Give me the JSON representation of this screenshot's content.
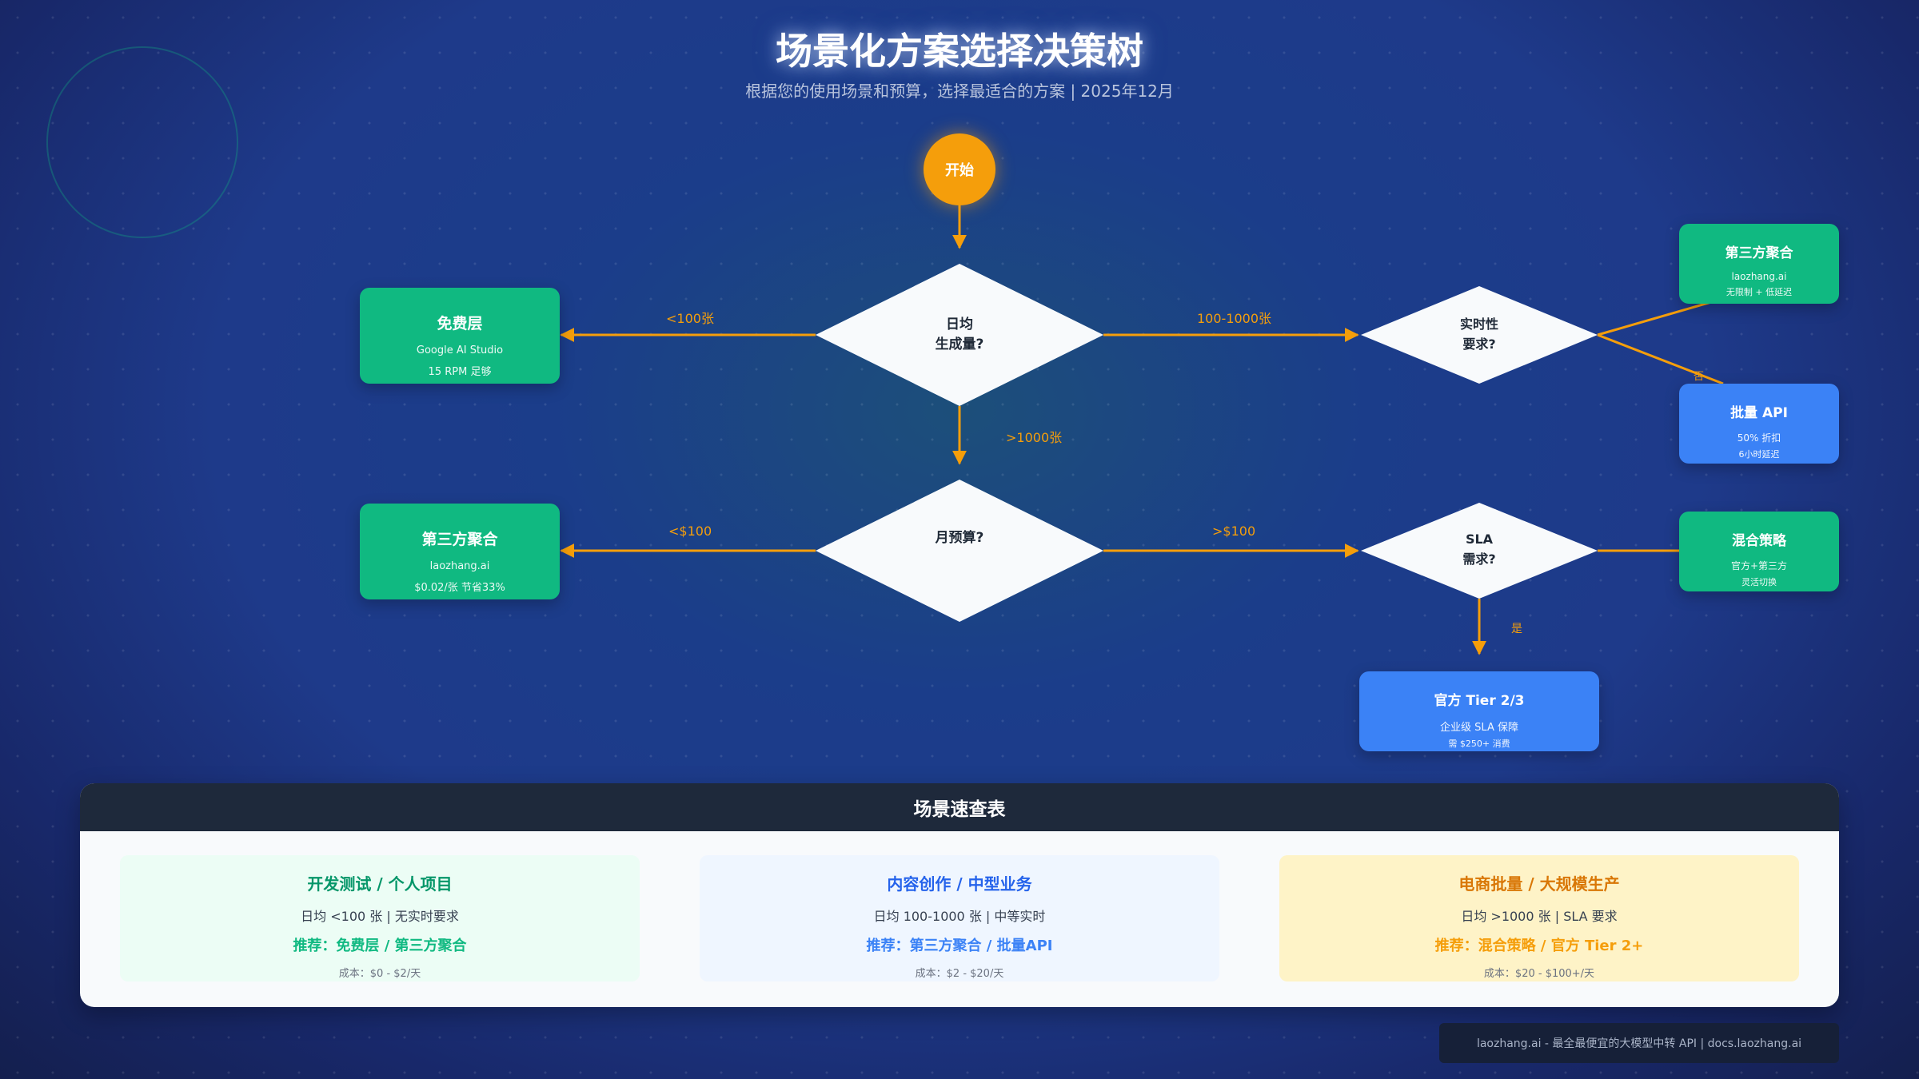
{
  "header": {
    "title": "场景化方案选择决策树",
    "subtitle": "根据您的使用场景和预算，选择最适合的方案 | 2025年12月"
  },
  "start_label": "开始",
  "decisions": {
    "daily_line1": "日均",
    "daily_line2": "生成量?",
    "budget": "月预算?",
    "realtime_line1": "实时性",
    "realtime_line2": "要求?",
    "sla_line1": "SLA",
    "sla_line2": "需求?"
  },
  "edges": {
    "lt100": "<100张",
    "mid": "100-1000张",
    "gt1000": ">1000张",
    "lt_budget": "<$100",
    "gt_budget": ">$100",
    "no": "否",
    "yes": "是"
  },
  "results": {
    "free": {
      "title": "免费层",
      "line1": "Google AI Studio",
      "line2": "15 RPM 足够"
    },
    "third_budget": {
      "title": "第三方聚合",
      "line1": "laozhang.ai",
      "line2": "$0.02/张 节省33%"
    },
    "third_realtime": {
      "title": "第三方聚合",
      "line1": "laozhang.ai",
      "line2": "无限制 + 低延迟"
    },
    "batch": {
      "title": "批量 API",
      "line1": "50% 折扣",
      "line2": "6小时延迟"
    },
    "hybrid": {
      "title": "混合策略",
      "line1": "官方+第三方",
      "line2": "灵活切换"
    },
    "official": {
      "title": "官方 Tier 2/3",
      "line1": "企业级 SLA 保障",
      "line2": "需 $250+ 消费"
    }
  },
  "quick": {
    "title": "场景速查表",
    "cards": [
      {
        "title": "开发测试 / 个人项目",
        "desc": "日均 <100 张 | 无实时要求",
        "rec": "推荐：免费层 / 第三方聚合",
        "cost": "成本：$0 - $2/天"
      },
      {
        "title": "内容创作 / 中型业务",
        "desc": "日均 100-1000 张 | 中等实时",
        "rec": "推荐：第三方聚合 / 批量API",
        "cost": "成本：$2 - $20/天"
      },
      {
        "title": "电商批量 / 大规模生产",
        "desc": "日均 >1000 张 | SLA 要求",
        "rec": "推荐：混合策略 / 官方 Tier 2+",
        "cost": "成本：$20 - $100+/天"
      }
    ]
  },
  "footer": "laozhang.ai - 最全最便宜的大模型中转 API | docs.laozhang.ai",
  "colors": {
    "orange": "#f59e0b",
    "green": "#10b981",
    "blue": "#3b82f6",
    "diamond": "#f8fafc"
  }
}
